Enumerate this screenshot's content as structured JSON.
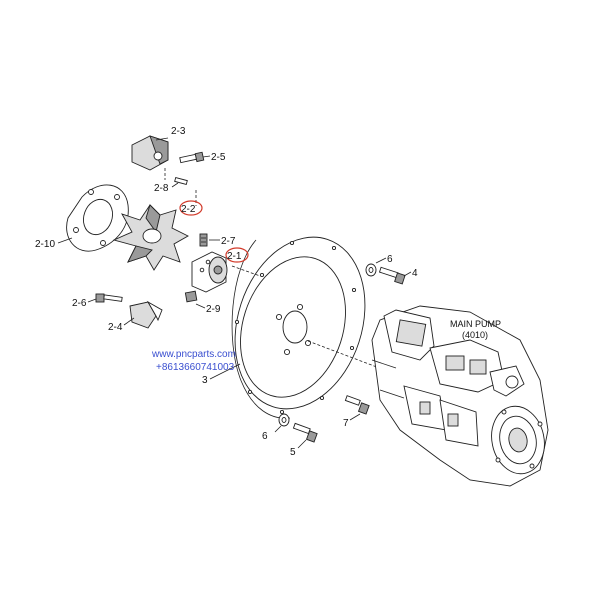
{
  "labels": {
    "p2_3": "2-3",
    "p2_5": "2-5",
    "p2_8": "2-8",
    "p2_2": "2-2",
    "p2_10": "2-10",
    "p2_7": "2-7",
    "p2_1": "2-1",
    "p2_6": "2-6",
    "p2_4": "2-4",
    "p2_9": "2-9",
    "p3": "3",
    "p4": "4",
    "p5": "5",
    "p6a": "6",
    "p6b": "6",
    "p7": "7"
  },
  "main_pump": {
    "title": "MAIN PUMP",
    "code": "(4010)"
  },
  "watermark": {
    "site": "www.pncparts.com",
    "phone": "+8613660741003"
  },
  "highlight_color": "#d23a2a",
  "watermark_color": "#3a4fd0"
}
